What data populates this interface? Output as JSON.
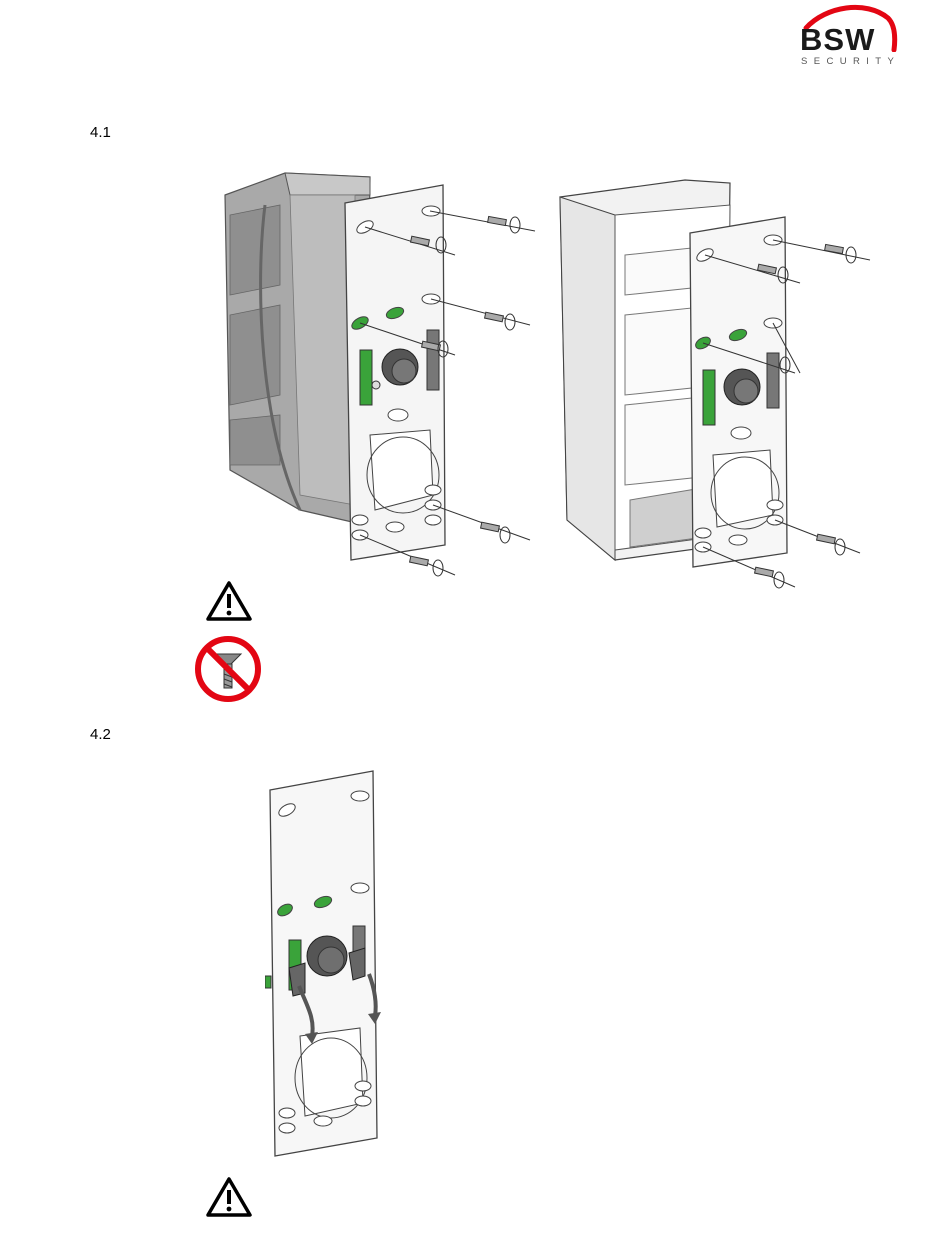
{
  "brand": {
    "name": "BSW",
    "tagline": "SECURITY",
    "accent_color": "#e30613"
  },
  "sections": [
    {
      "number": "4.1"
    },
    {
      "number": "4.2"
    }
  ],
  "figures": {
    "step1_left": "mounting-plate-on-flush-box",
    "step1_right": "mounting-plate-on-surface-box",
    "step2": "mounting-plate-clips-released",
    "highlight_color": "#3aa33a"
  },
  "icons": {
    "warning": "warning-triangle-icon",
    "prohibition": "no-countersunk-screw-icon"
  }
}
